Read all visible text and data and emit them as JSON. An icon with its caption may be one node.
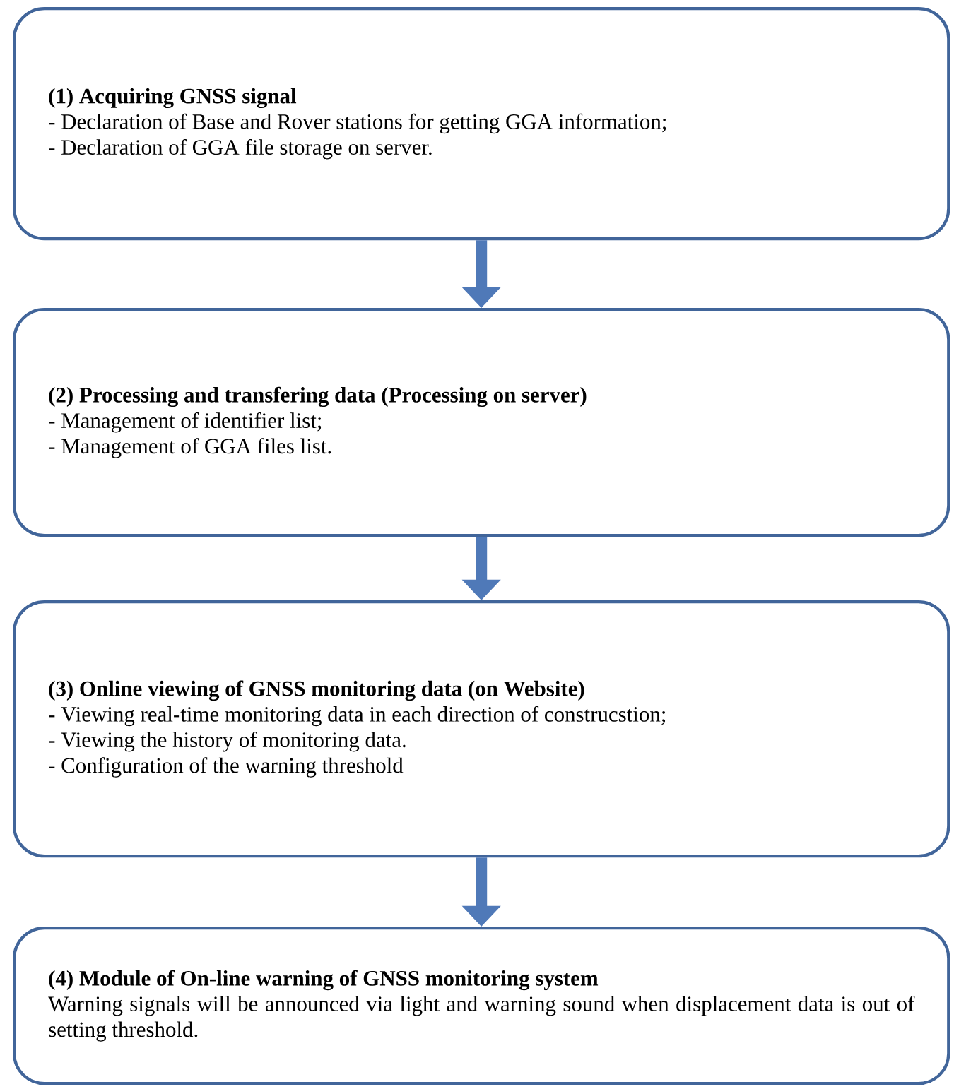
{
  "diagram": {
    "nodes": [
      {
        "text": [
          "(1) Acquiring GNSS signal",
          "- Declaration of Base and Rover stations for getting GGA information;",
          "- Declaration of GGA file storage on server."
        ]
      },
      {
        "text": [
          "(2) Processing and transfering data (Processing on server)",
          "- Management of identifier list;",
          "- Management of GGA files list."
        ]
      },
      {
        "text": [
          "(3) Online viewing of GNSS monitoring data (on Website)",
          "- Viewing real-time monitoring data in each direction of construcstion;",
          "- Viewing the history of monitoring data.",
          "- Configuration of the warning threshold"
        ]
      },
      {
        "text": [
          "(4) Module of On-line warning of GNSS monitoring system",
          "Warning signals will be announced via light and warning sound when displacement data is out of setting threshold."
        ]
      }
    ],
    "edges": [
      {
        "from": 0,
        "to": 1,
        "arrow": "to"
      },
      {
        "from": 1,
        "to": 2,
        "arrow": "to"
      },
      {
        "from": 2,
        "to": 3,
        "arrow": "to"
      }
    ]
  }
}
